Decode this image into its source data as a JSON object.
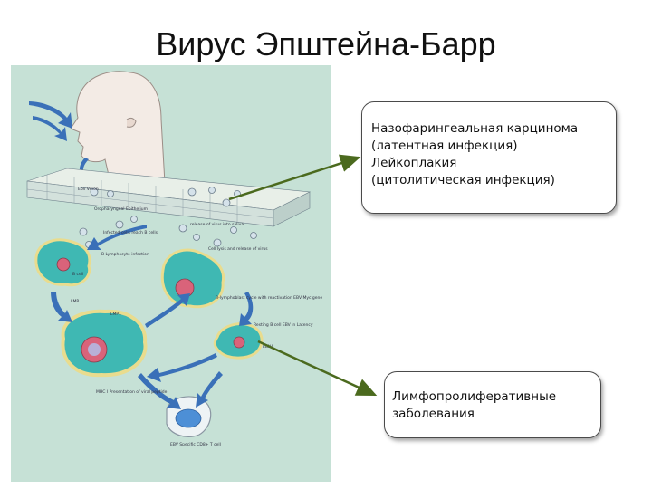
{
  "slide": {
    "title": "Вирус Эпштейна-Барр"
  },
  "callouts": {
    "top": {
      "lines": [
        "Назофарингеальная карцинома",
        "(латентная инфекция)",
        "Лейкоплакия",
        "(цитолитическая инфекция)"
      ]
    },
    "bottom": {
      "lines": [
        "Лимфопролиферативные",
        "заболевания"
      ]
    }
  },
  "figure": {
    "labels": {
      "oral_mucosa": "Ebv Virion",
      "epithelium": "Oropharyngeal Epithelium",
      "virus_release": "release of virus into saliva",
      "infected_cells": "Infected cells reach B cells",
      "lymphocyte": "B Lymphocyte infection",
      "b_cell": "B cell",
      "cell_lysis": "Cell lysis and release of virus",
      "lmp": "LMP",
      "lmp1": "LMP1",
      "b_lymphoblast": "B-lymphoblast cycle with reactivation EBV Myc gene",
      "resting": "Resting B cell EBV in Latency",
      "ebna": "EBNA",
      "mhc": "MHC I Presentation of viral peptide",
      "t_cell": "EBV Specific CD8+ T cell"
    }
  },
  "colors": {
    "figure_bg": "#c6e1d6",
    "cell_fill": "#3fb8b3",
    "cell_rim": "#e9dc8e",
    "nucleus": "#d9637a",
    "arrow_blue": "#3a70b8",
    "callout_arrow": "#4b6a1e"
  }
}
